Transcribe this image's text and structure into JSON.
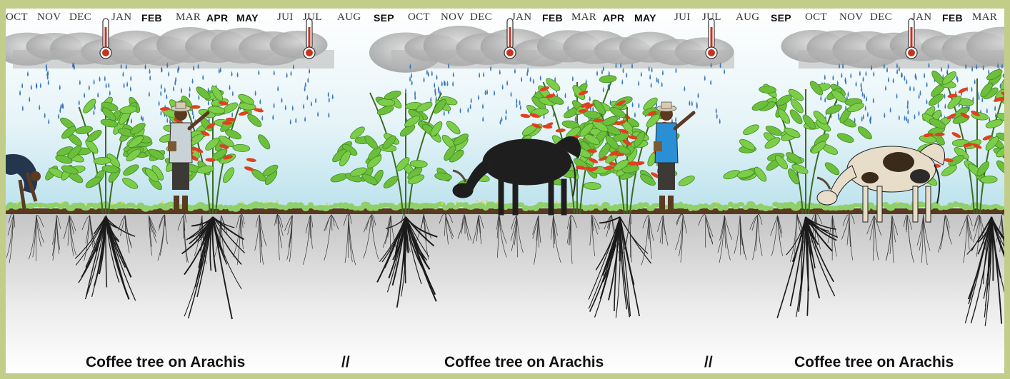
{
  "months": [
    {
      "label": "OCT",
      "bold": false
    },
    {
      "label": "NOV",
      "bold": false
    },
    {
      "label": "DEC",
      "bold": false
    },
    {
      "label": "JAN",
      "bold": false
    },
    {
      "label": "FEB",
      "bold": true
    },
    {
      "label": "MAR",
      "bold": false
    },
    {
      "label": "APR",
      "bold": true
    },
    {
      "label": "MAY",
      "bold": true
    },
    {
      "label": "JUI",
      "bold": false
    },
    {
      "label": "JUL",
      "bold": false
    },
    {
      "label": "AUG",
      "bold": false
    },
    {
      "label": "SEP",
      "bold": true
    },
    {
      "label": "OCT",
      "bold": false
    },
    {
      "label": "NOV",
      "bold": false
    },
    {
      "label": "DEC",
      "bold": false
    },
    {
      "label": "JAN",
      "bold": false
    },
    {
      "label": "FEB",
      "bold": true
    },
    {
      "label": "MAR",
      "bold": false
    },
    {
      "label": "APR",
      "bold": true
    },
    {
      "label": "MAY",
      "bold": true
    },
    {
      "label": "JUI",
      "bold": false
    },
    {
      "label": "JUL",
      "bold": false
    },
    {
      "label": "AUG",
      "bold": false
    },
    {
      "label": "SEP",
      "bold": true
    },
    {
      "label": "OCT",
      "bold": false
    },
    {
      "label": "NOV",
      "bold": false
    },
    {
      "label": "DEC",
      "bold": false
    },
    {
      "label": "JAN",
      "bold": false
    },
    {
      "label": "FEB",
      "bold": true
    },
    {
      "label": "MAR",
      "bold": false
    }
  ],
  "captions": [
    "Coffee tree on Arachis",
    "Coffee tree on Arachis",
    "Coffee tree on Arachis"
  ],
  "separator": "//",
  "colors": {
    "frame": "#c2cd8a",
    "sky_top": "#ffffff",
    "sky_bottom": "#bfe4ee",
    "rain": "#2e6db3",
    "leaf": "#6cbf3a",
    "leaf_dark": "#3f8a22",
    "flower": "#e0401e",
    "soil": "#5a3a1e",
    "ground_top": "#cfcfcf",
    "ground_bottom": "#ffffff",
    "root": "#1a1a1a"
  },
  "icons": [
    "thermometer-icon",
    "cloud-icon",
    "coffee-tree-icon",
    "farmer-icon",
    "cow-icon",
    "root-icon"
  ]
}
